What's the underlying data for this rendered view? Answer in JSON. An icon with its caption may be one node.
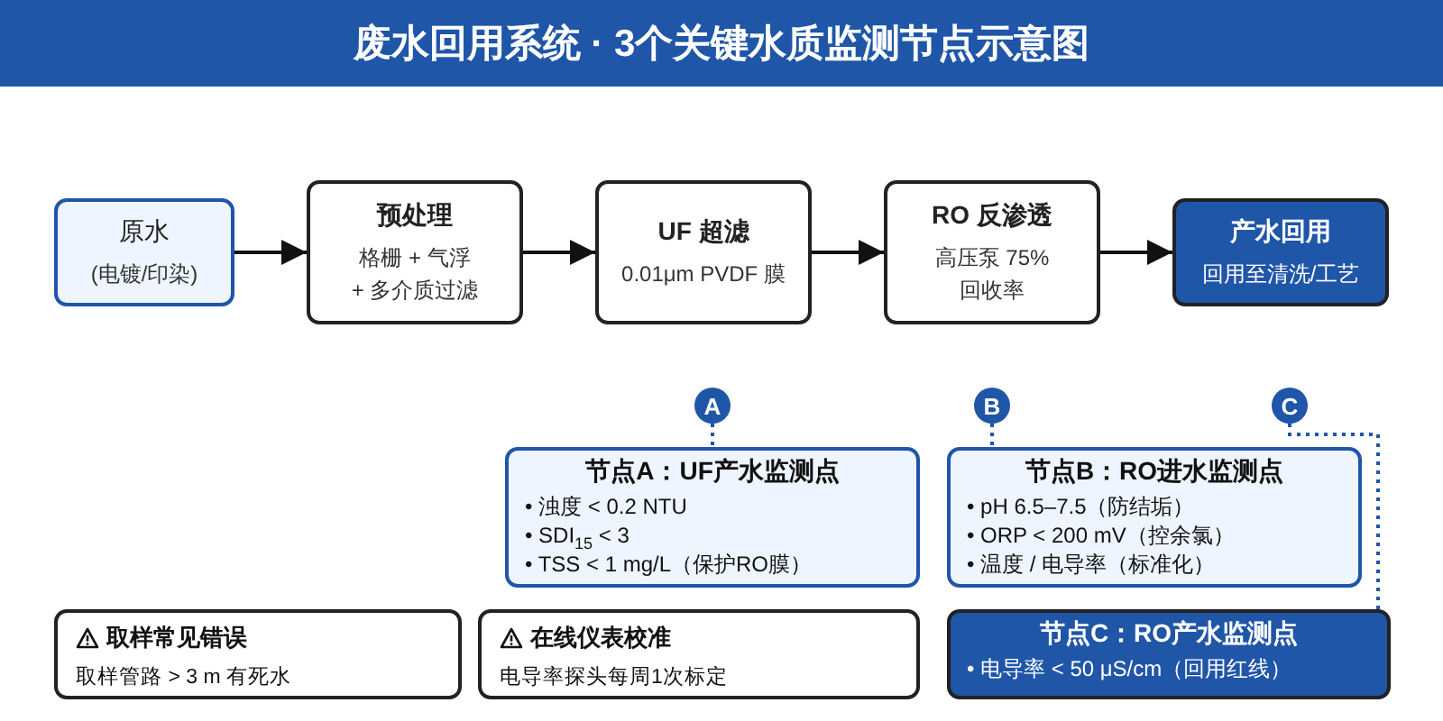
{
  "diagram": {
    "title": "废水回用系统 · 3个关键水质监测节点示意图",
    "nodes": [
      {
        "text": [
          "原水",
          "(电镀/印染)"
        ]
      },
      {
        "text": [
          "预处理",
          "格栅 + 气浮 + 多介质过滤"
        ]
      },
      {
        "text": [
          "UF 超滤",
          "0.01μm PVDF 膜"
        ]
      },
      {
        "text": [
          "RO 反渗透",
          "高压泵 75% 回收率"
        ]
      },
      {
        "text": [
          "产水回用",
          "回用至清洗/工艺"
        ]
      },
      {
        "text": [
          "A"
        ]
      },
      {
        "text": [
          "B"
        ]
      },
      {
        "text": [
          "C"
        ]
      },
      {
        "text": [
          "节点A：UF产水监测点",
          "• 浊度 < 0.2 NTU",
          "• SDI$_{15}$ < 3",
          "• TSS < 1 mg/L（保护RO膜）"
        ]
      },
      {
        "text": [
          "节点B：RO进水监测点",
          "• pH 6.5–7.5（防结垢）",
          "• ORP < 200 mV（控余氯）",
          "• 温度 / 电导率（标准化）"
        ]
      },
      {
        "text": [
          "取样常见错误",
          "取样管路 > 3 m 有死水"
        ]
      },
      {
        "text": [
          "在线仪表校准",
          "电导率探头每周1次标定"
        ]
      },
      {
        "text": [
          "节点C：RO产水监测点",
          "• 电导率 < 50 μS/cm（回用红线）"
        ]
      }
    ],
    "edges": [
      {
        "from": 0,
        "to": 1,
        "arrow": "to"
      },
      {
        "from": 1,
        "to": 2,
        "arrow": "to"
      },
      {
        "from": 2,
        "to": 3,
        "arrow": "to"
      },
      {
        "from": 3,
        "to": 4,
        "arrow": "to"
      },
      {
        "from": 5,
        "to": 8,
        "arrow": "none",
        "style": "dashed",
        "color": "#1f56a8"
      },
      {
        "from": 6,
        "to": 9,
        "arrow": "none",
        "style": "dashed",
        "color": "#1f56a8"
      },
      {
        "from": 7,
        "to": 12,
        "arrow": "none",
        "style": "dashed",
        "color": "#1f56a8"
      }
    ]
  }
}
